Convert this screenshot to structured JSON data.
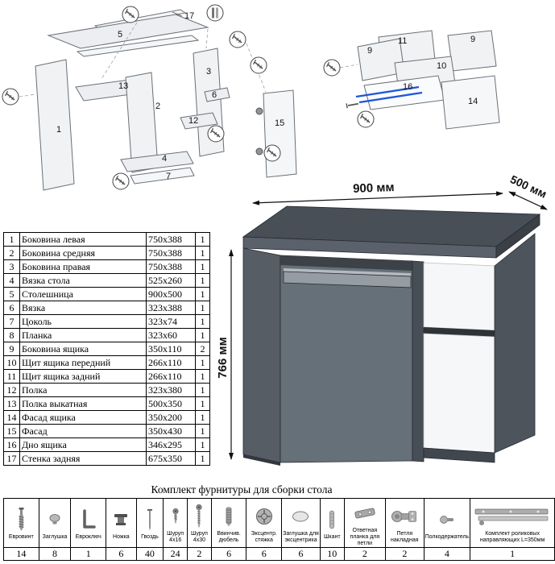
{
  "desk_view": {
    "width_label": "900 мм",
    "depth_label": "500 мм",
    "height_label": "766 мм"
  },
  "diagram_main": {
    "labels": {
      "l1": "1",
      "l2": "2",
      "l3": "3",
      "l4": "4",
      "l5": "5",
      "l6": "6",
      "l7": "7",
      "l12": "12",
      "l13": "13",
      "l15": "15",
      "l17": "17"
    }
  },
  "diagram_drawer": {
    "labels": {
      "l9a": "9",
      "l9b": "9",
      "l10": "10",
      "l11": "11",
      "l14": "14",
      "l16": "16"
    }
  },
  "parts_table": {
    "rows": [
      {
        "num": "1",
        "name": "Боковина левая",
        "size": "750x388",
        "qty": "1"
      },
      {
        "num": "2",
        "name": "Боковина средняя",
        "size": "750x388",
        "qty": "1"
      },
      {
        "num": "3",
        "name": "Боковина правая",
        "size": "750x388",
        "qty": "1"
      },
      {
        "num": "4",
        "name": "Вязка стола",
        "size": "525x260",
        "qty": "1"
      },
      {
        "num": "5",
        "name": "Столешница",
        "size": "900x500",
        "qty": "1"
      },
      {
        "num": "6",
        "name": "Вязка",
        "size": "323x388",
        "qty": "1"
      },
      {
        "num": "7",
        "name": "Цоколь",
        "size": "323x74",
        "qty": "1"
      },
      {
        "num": "8",
        "name": "Планка",
        "size": "323x60",
        "qty": "1"
      },
      {
        "num": "9",
        "name": "Боковина ящика",
        "size": "350x110",
        "qty": "2"
      },
      {
        "num": "10",
        "name": "Щит ящика передний",
        "size": "266x110",
        "qty": "1"
      },
      {
        "num": "11",
        "name": "Щит ящика задний",
        "size": "266x110",
        "qty": "1"
      },
      {
        "num": "12",
        "name": "Полка",
        "size": "323x380",
        "qty": "1"
      },
      {
        "num": "13",
        "name": "Полка выкатная",
        "size": "500x350",
        "qty": "1"
      },
      {
        "num": "14",
        "name": "Фасад ящика",
        "size": "350x200",
        "qty": "1"
      },
      {
        "num": "15",
        "name": "Фасад",
        "size": "350x430",
        "qty": "1"
      },
      {
        "num": "16",
        "name": "Дно ящика",
        "size": "346x295",
        "qty": "1"
      },
      {
        "num": "17",
        "name": "Стенка задняя",
        "size": "675x350",
        "qty": "1"
      }
    ]
  },
  "hardware": {
    "title": "Комплект фурнитуры для сборки стола",
    "items": [
      {
        "name": "Евровинт",
        "qty": "14",
        "icon": "euro-screw-icon"
      },
      {
        "name": "Заглушка",
        "qty": "8",
        "icon": "cap-plug-icon"
      },
      {
        "name": "Евроключ",
        "qty": "1",
        "icon": "hex-key-icon"
      },
      {
        "name": "Ножка",
        "qty": "6",
        "icon": "furniture-leg-icon"
      },
      {
        "name": "Гвоздь",
        "qty": "40",
        "icon": "nail-icon"
      },
      {
        "name": "Шуруп 4x16",
        "qty": "24",
        "icon": "screw-4x16-icon"
      },
      {
        "name": "Шуруп 4x30",
        "qty": "2",
        "icon": "screw-4x30-icon"
      },
      {
        "name": "Ввинчив. дюбель",
        "qty": "6",
        "icon": "screw-in-dowel-icon"
      },
      {
        "name": "Эксцентр. стяжка",
        "qty": "6",
        "icon": "cam-lock-icon"
      },
      {
        "name": "Заглушка для эксцентрика",
        "qty": "6",
        "icon": "cam-cover-icon"
      },
      {
        "name": "Шкант",
        "qty": "10",
        "icon": "wooden-dowel-icon"
      },
      {
        "name": "Ответная планка для петли",
        "qty": "2",
        "icon": "hinge-plate-icon"
      },
      {
        "name": "Петля накладная",
        "qty": "2",
        "icon": "overlay-hinge-icon"
      },
      {
        "name": "Полкодержатель",
        "qty": "4",
        "icon": "shelf-pin-icon"
      },
      {
        "name": "Комплект роликовых направляющих L=350мм",
        "qty": "1",
        "icon": "roller-guides-icon"
      }
    ]
  }
}
